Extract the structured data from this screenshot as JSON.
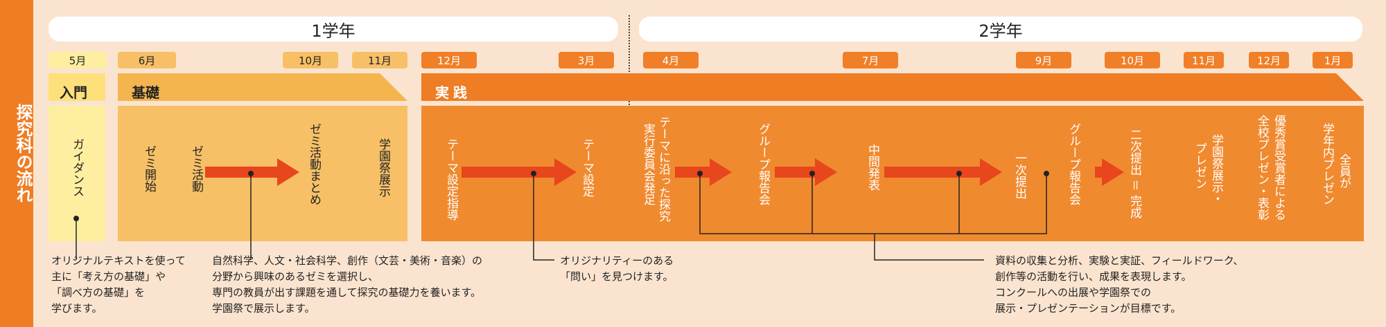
{
  "side_title": "探究科の流れ",
  "years": {
    "year1": "1学年",
    "year2": "2学年"
  },
  "months": {
    "m5": "5月",
    "m6": "6月",
    "m10a": "10月",
    "m11a": "11月",
    "m12a": "12月",
    "m3": "3月",
    "m4": "4月",
    "m7": "7月",
    "m9": "9月",
    "m10b": "10月",
    "m11b": "11月",
    "m12b": "12月",
    "m1": "1月"
  },
  "phases": {
    "intro": "入門",
    "basic": "基礎",
    "practice": "実践"
  },
  "steps": {
    "guidance": "ガイダンス",
    "seminar_start": "ゼミ開始",
    "seminar_activity": "ゼミ活動",
    "seminar_summary": "ゼミ活動まとめ",
    "school_fest_display": "学園祭展示",
    "theme_guidance": "テーマ設定指導",
    "theme_setting": "テーマ設定",
    "theme_inquiry_line1": "テーマに沿った探究",
    "theme_inquiry_line2": "実行委員会発足",
    "group_report1": "グループ報告会",
    "midterm": "中間発表",
    "first_submit": "一次提出",
    "group_report2": "グループ報告会",
    "second_submit": "二次提出 ＝ 完成",
    "fest_presentation_line1": "学園祭展示・",
    "fest_presentation_line2": "プレゼン",
    "award_line1": "優秀賞受賞者による",
    "award_line2": "全校プレゼン・表彰",
    "all_line1": "全員が",
    "all_line2": "学年内プレゼン"
  },
  "notes": {
    "guidance": [
      "オリジナルテキストを使って",
      "主に「考え方の基礎」や",
      "「調べ方の基礎」を",
      "学びます。"
    ],
    "seminar": [
      "自然科学、人文・社会科学、創作（文芸・美術・音楽）の",
      "分野から興味のあるゼミを選択し、",
      "専門の教員が出す課題を通して探究の基礎力を養います。",
      "学園祭で展示します。"
    ],
    "theme": [
      "オリジナリティーのある",
      "「問い」を見つけます。"
    ],
    "research": [
      "資料の収集と分析、実験と実証、フィールドワーク、",
      "創作等の活動を行い、成果を表現します。",
      "コンクールへの出展や学園祭での",
      "展示・プレゼンテーションが目標です。"
    ]
  },
  "colors": {
    "background": "#fbe4cf",
    "accent_orange": "#ee7d24",
    "phase_light": "#fdeea0",
    "phase_mid": "#f7c067",
    "arrow": "#e8461d"
  }
}
